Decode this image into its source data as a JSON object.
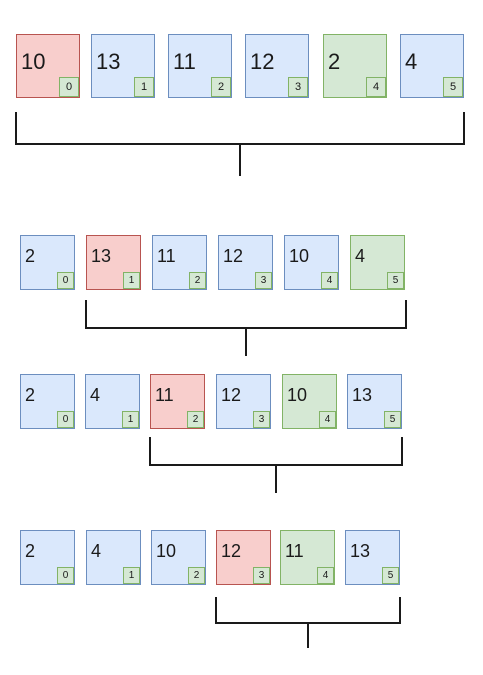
{
  "colors": {
    "default_fill": "#dae8fc",
    "default_stroke": "#6c8ebf",
    "highlight_fill": "#f8cecc",
    "highlight_stroke": "#b85450",
    "swap_fill": "#d5e8d4",
    "swap_stroke": "#82b366",
    "bracket": "#1a1a1a"
  },
  "steps": [
    {
      "cells": [
        {
          "value": "10",
          "index": "0",
          "state": "red"
        },
        {
          "value": "13",
          "index": "1",
          "state": "blue"
        },
        {
          "value": "11",
          "index": "2",
          "state": "blue"
        },
        {
          "value": "12",
          "index": "3",
          "state": "blue"
        },
        {
          "value": "2",
          "index": "4",
          "state": "green"
        },
        {
          "value": "4",
          "index": "5",
          "state": "blue"
        }
      ],
      "bracket_range": [
        0,
        5
      ]
    },
    {
      "cells": [
        {
          "value": "2",
          "index": "0",
          "state": "blue"
        },
        {
          "value": "13",
          "index": "1",
          "state": "red"
        },
        {
          "value": "11",
          "index": "2",
          "state": "blue"
        },
        {
          "value": "12",
          "index": "3",
          "state": "blue"
        },
        {
          "value": "10",
          "index": "4",
          "state": "blue"
        },
        {
          "value": "4",
          "index": "5",
          "state": "green"
        }
      ],
      "bracket_range": [
        1,
        5
      ]
    },
    {
      "cells": [
        {
          "value": "2",
          "index": "0",
          "state": "blue"
        },
        {
          "value": "4",
          "index": "1",
          "state": "blue"
        },
        {
          "value": "11",
          "index": "2",
          "state": "red"
        },
        {
          "value": "12",
          "index": "3",
          "state": "blue"
        },
        {
          "value": "10",
          "index": "4",
          "state": "green"
        },
        {
          "value": "13",
          "index": "5",
          "state": "blue"
        }
      ],
      "bracket_range": [
        2,
        5
      ]
    },
    {
      "cells": [
        {
          "value": "2",
          "index": "0",
          "state": "blue"
        },
        {
          "value": "4",
          "index": "1",
          "state": "blue"
        },
        {
          "value": "10",
          "index": "2",
          "state": "blue"
        },
        {
          "value": "12",
          "index": "3",
          "state": "red"
        },
        {
          "value": "11",
          "index": "4",
          "state": "green"
        },
        {
          "value": "13",
          "index": "5",
          "state": "blue"
        }
      ],
      "bracket_range": [
        3,
        5
      ]
    }
  ]
}
